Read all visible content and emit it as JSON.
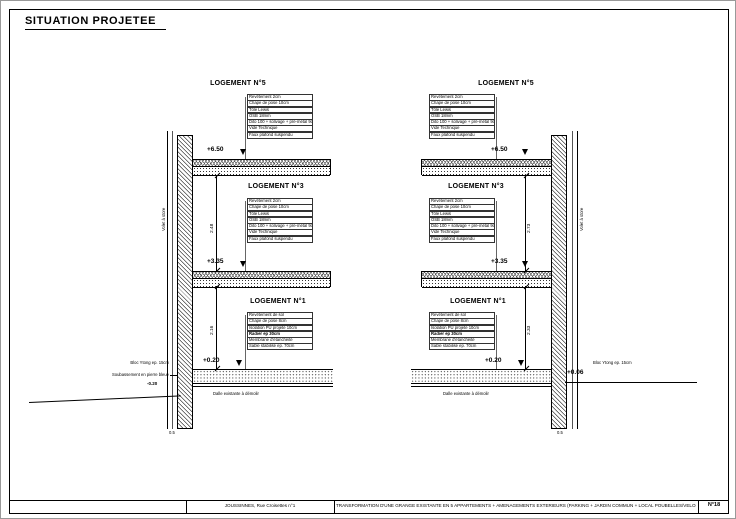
{
  "page": {
    "title": "SITUATION PROJETEE"
  },
  "titleblock": {
    "address": "JOUSSINNES, Rue Croisettes n°1",
    "description": "TRANSFORMATION D'UNE GRANGE EXISTANTE EN 5 APPARTEMENTS + AMENAGEMENTS EXTERIEURS (PARKING + JARDIN COMMUN + LOCAL POUBELLES/VELOS)",
    "sheet_number": "N°18"
  },
  "annotations": {
    "floor_upper": [
      "Revêtement 2cm",
      "Chape de pose 10cm",
      "Tôle Lewis",
      "OSB 18mm",
      "Dito 100 + solivage + pré-métal 9cm",
      "Vide Technique",
      "Faux plafond suspendu"
    ],
    "floor_ground": [
      "Revêtement de sol",
      "Chape de pose 8cm",
      "Isolation PU projeté 10cm",
      "Radier ep 30cm",
      "Membrane d'étanchéité",
      "Sable stabilisé ep. 70cm"
    ]
  },
  "sections": {
    "left": {
      "logement5": "LOGEMENT N°5",
      "logement3": "LOGEMENT N°3",
      "logement1": "LOGEMENT N°1",
      "level_top": "+6.50",
      "level_mid": "+3.35",
      "level_ground": "+0.20",
      "level_exterior": "-0.20",
      "dim_upper": "2.48",
      "dim_lower": "2.16",
      "dim_base": "0.5",
      "volet": "Volet à store",
      "bloc_ytong": "Bloc Ytong ep. 15cm",
      "soubassement": "Soubassement en pierre bleue",
      "dalle_note": "Dalle existante à démolir"
    },
    "right": {
      "logement5": "LOGEMENT N°5",
      "logement3": "LOGEMENT N°3",
      "logement1": "LOGEMENT N°1",
      "level_top": "+6.50",
      "level_mid": "+3.35",
      "level_ground": "+0.20",
      "level_exterior": "+0.06",
      "dim_upper": "2.73",
      "dim_lower": "2.33",
      "dim_base": "0.5",
      "volet": "Volet à store",
      "bloc_ytong": "Bloc Ytong ep. 15cm",
      "dalle_note": "Dalle existante à démolir"
    }
  }
}
